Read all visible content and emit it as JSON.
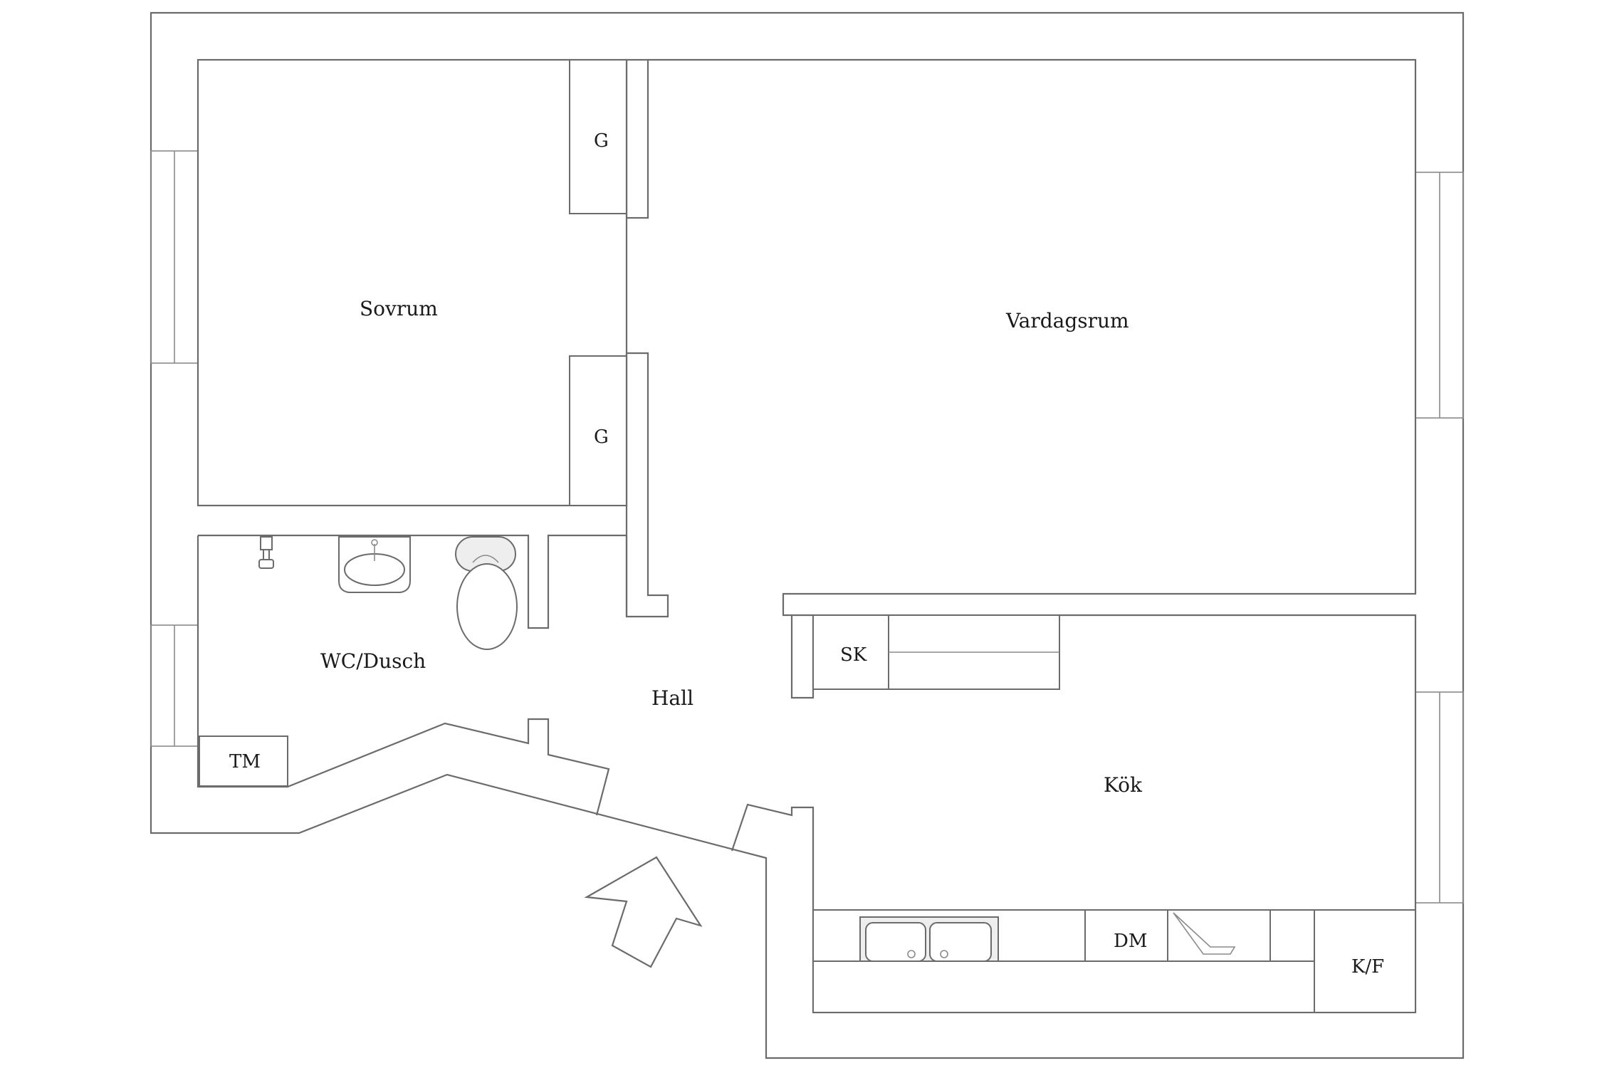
{
  "plan": {
    "rooms": {
      "sovrum": "Sovrum",
      "vardagsrum": "Vardagsrum",
      "wc": "WC/Dusch",
      "hall": "Hall",
      "kok": "Kök"
    },
    "fixtures": {
      "closet_top": "G",
      "closet_bottom": "G",
      "tm": "TM",
      "sk": "SK",
      "dm": "DM",
      "kf": "K/F"
    },
    "colors": {
      "wall": "#6b6b6b",
      "background": "#ffffff",
      "text": "#1a1a1a"
    }
  }
}
